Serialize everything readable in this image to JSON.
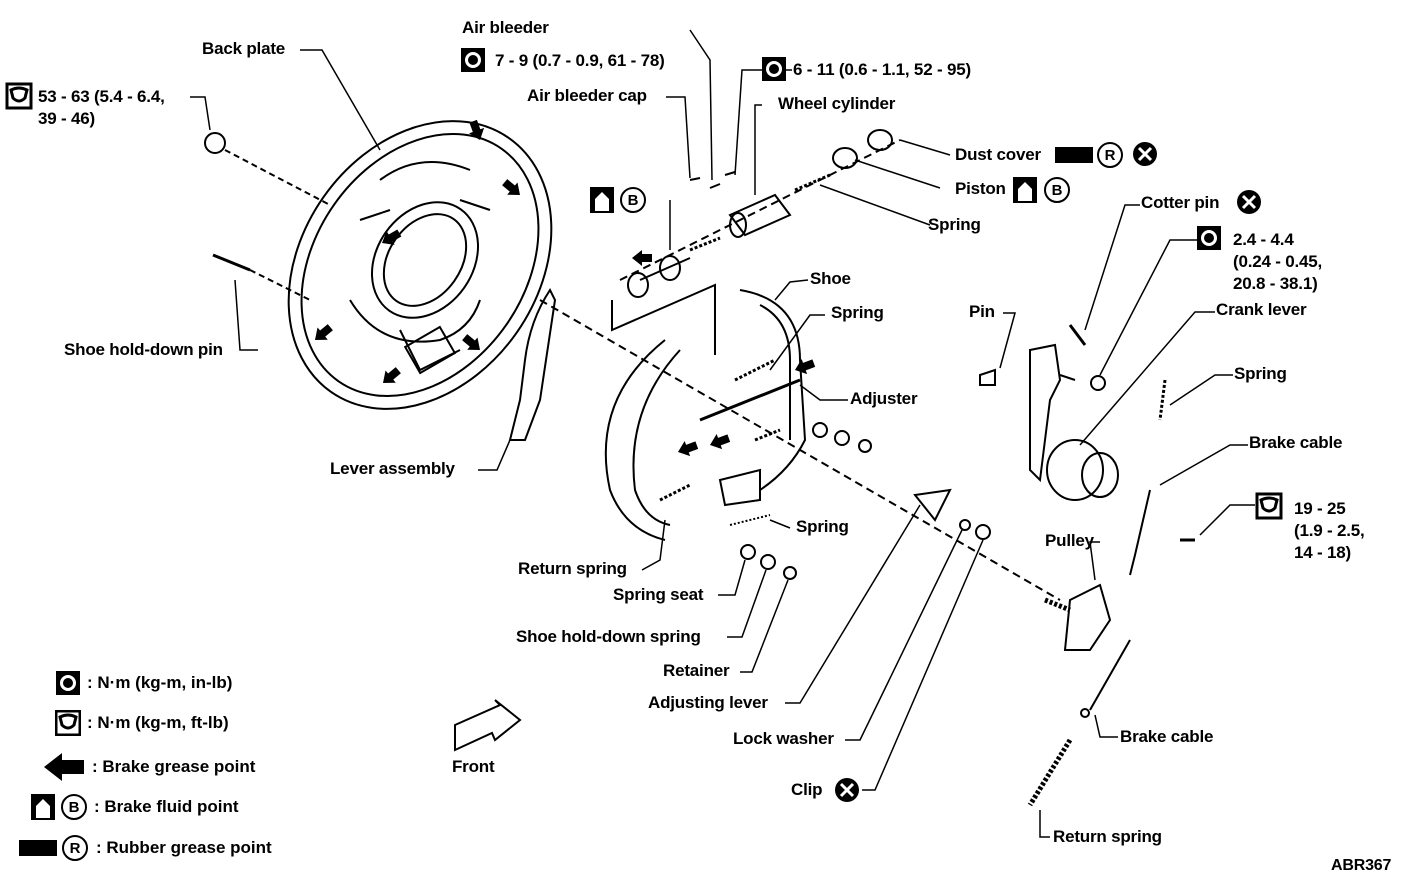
{
  "labels": {
    "back_plate": "Back plate",
    "air_bleeder": "Air bleeder",
    "torque_air_bleeder": "7 - 9 (0.7 - 0.9, 61 - 78)",
    "torque_wheel_cyl": "6 - 11 (0.6 - 1.1, 52 - 95)",
    "torque_backplate_nut": "53 - 63 (5.4 - 6.4,\n39 - 46)",
    "air_bleeder_cap": "Air bleeder cap",
    "wheel_cylinder": "Wheel cylinder",
    "dust_cover": "Dust cover",
    "piston": "Piston",
    "spring_cylinder": "Spring",
    "cotter_pin": "Cotter pin",
    "torque_crank": "2.4 - 4.4\n(0.24 - 0.45,\n20.8 - 38.1)",
    "shoe": "Shoe",
    "spring_shoe": "Spring",
    "pin": "Pin",
    "crank_lever": "Crank lever",
    "shoe_hold_down_pin": "Shoe hold-down pin",
    "adjuster": "Adjuster",
    "spring_crank": "Spring",
    "brake_cable_upper": "Brake cable",
    "lever_assembly": "Lever assembly",
    "torque_cable_bolt": "19 - 25\n(1.9 - 2.5,\n14 - 18)",
    "spring_lower": "Spring",
    "pulley": "Pulley",
    "return_spring_shoe": "Return spring",
    "spring_seat": "Spring seat",
    "shoe_hold_down_spring": "Shoe hold-down spring",
    "retainer": "Retainer",
    "adjusting_lever": "Adjusting lever",
    "lock_washer": "Lock washer",
    "brake_cable_lower": "Brake cable",
    "front": "Front",
    "clip": "Clip",
    "return_spring_cable": "Return spring",
    "figure_code": "ABR367"
  },
  "icon_letters": {
    "brake_fluid": "B",
    "rubber_grease": "R"
  },
  "legend": [
    {
      "icon": "torque-wrench-small-icon",
      "text": ": N·m (kg-m, in-lb)"
    },
    {
      "icon": "torque-wrench-large-icon",
      "text": ": N·m (kg-m, ft-lb)"
    },
    {
      "icon": "brake-grease-arrow-icon",
      "text": ": Brake grease point"
    },
    {
      "icon": "brake-fluid-icon",
      "text": ": Brake fluid point"
    },
    {
      "icon": "rubber-grease-icon",
      "text": ": Rubber grease point"
    }
  ]
}
